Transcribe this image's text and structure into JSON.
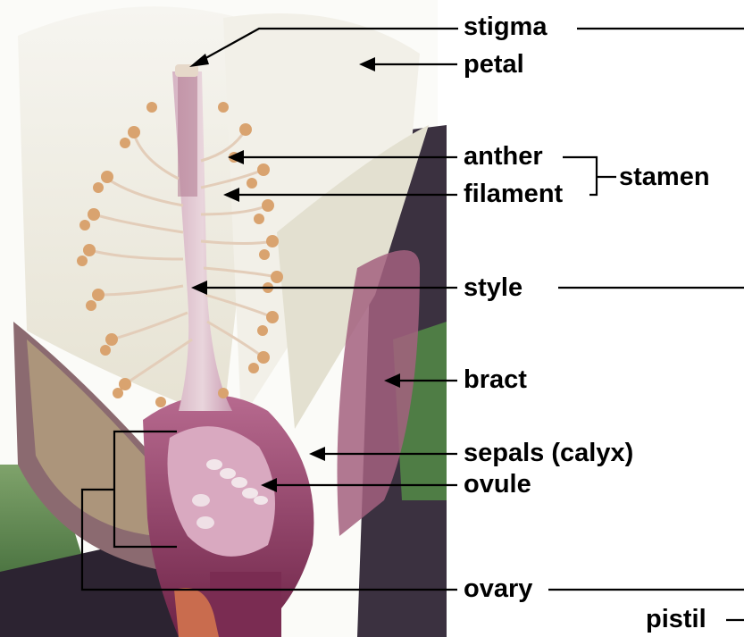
{
  "labels": {
    "stigma": "stigma",
    "petal": "petal",
    "anther": "anther",
    "filament": "filament",
    "stamen": "stamen",
    "style": "style",
    "bract": "bract",
    "sepals": "sepals (calyx)",
    "ovule": "ovule",
    "ovary": "ovary",
    "pistil": "pistil"
  },
  "colors": {
    "petal": "#f1efe6",
    "tissue": "#8a2d5a",
    "tissue_light": "#c58aa6",
    "anther": "#d9a36f",
    "leaf": "#3f6f3a",
    "background_dark": "#2a1f2e"
  }
}
